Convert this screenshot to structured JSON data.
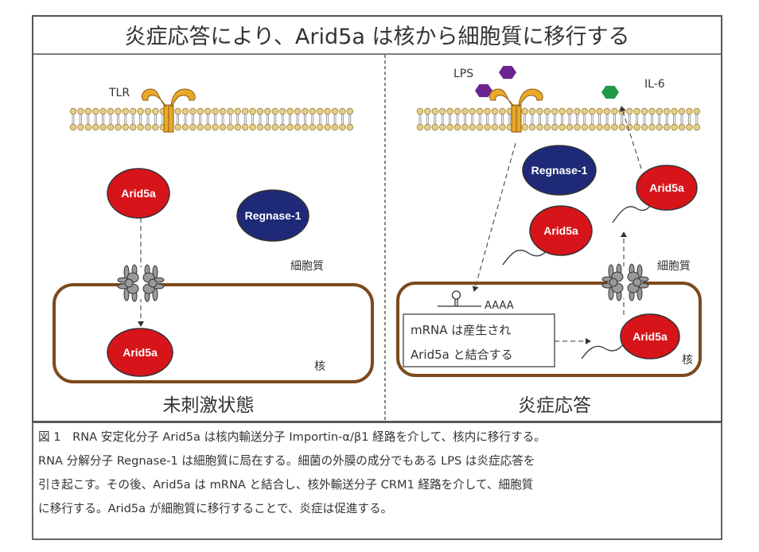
{
  "figure": {
    "title": "炎症応答により、Arid5a は核から細胞質に移行する",
    "colors": {
      "arid5a": "#d7141a",
      "regnase": "#1e2a78",
      "lps": "#6a2490",
      "il6": "#1e9a48",
      "receptor": "#e8a92a",
      "lipid": "#e6cf85",
      "nucleus_border": "#7b4a1e",
      "pore": "#9a9a9a"
    },
    "left_panel": {
      "label": "未刺激状態",
      "receptor_label": "TLR",
      "proteins": [
        "Arid5a",
        "Regnase-1",
        "Arid5a"
      ],
      "cytoplasm_label": "細胞質",
      "nucleus_label": "核"
    },
    "right_panel": {
      "label": "炎症応答",
      "lps_label": "LPS",
      "il6_label": "IL-6",
      "proteins": [
        "Regnase-1",
        "Arid5a",
        "Arid5a",
        "Arid5a"
      ],
      "cytoplasm_label": "細胞質",
      "nucleus_label": "核",
      "polya_label": "AAAA",
      "box_lines": [
        "mRNA は産生され",
        "Arid5a と結合する"
      ]
    }
  },
  "caption": {
    "lines": [
      "図 1　RNA 安定化分子 Arid5a は核内輸送分子 Importin-α/β1 経路を介して、核内に移行する。",
      "RNA 分解分子 Regnase-1 は細胞質に局在する。細菌の外膜の成分でもある LPS は炎症応答を",
      "引き起こす。その後、Arid5a は mRNA と結合し、核外輸送分子 CRM1 経路を介して、細胞質",
      "に移行する。Arid5a が細胞質に移行することで、炎症は促進する。"
    ]
  }
}
